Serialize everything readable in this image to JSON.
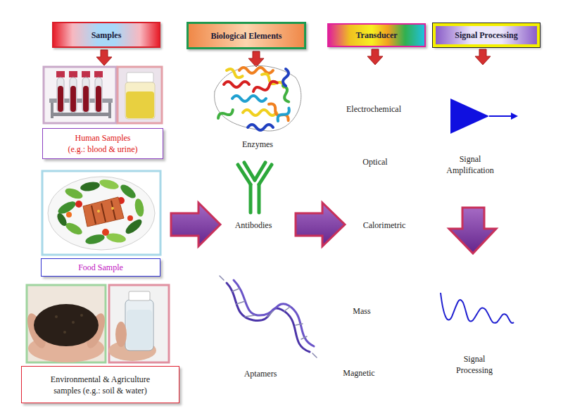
{
  "diagram": {
    "nodes": [
      {
        "text": [
          "Samples"
        ]
      },
      {
        "text": [
          "Biological Elements"
        ]
      },
      {
        "text": [
          "Transducer"
        ]
      },
      {
        "text": [
          "Signal Processing"
        ]
      },
      {
        "text": [
          "Human Samples (e.g.: blood & urine)"
        ]
      },
      {
        "text": [
          "Food Sample"
        ]
      },
      {
        "text": [
          "Environmental & Agriculture samples (e.g.: soil & water)"
        ]
      }
    ],
    "labels": [
      "Enzymes",
      "Electrochemical",
      "Optical",
      "Signal Amplification",
      "Antibodies",
      "Calorimetric",
      "Mass",
      "Aptamers",
      "Magnetic",
      "Signal Processing"
    ]
  }
}
